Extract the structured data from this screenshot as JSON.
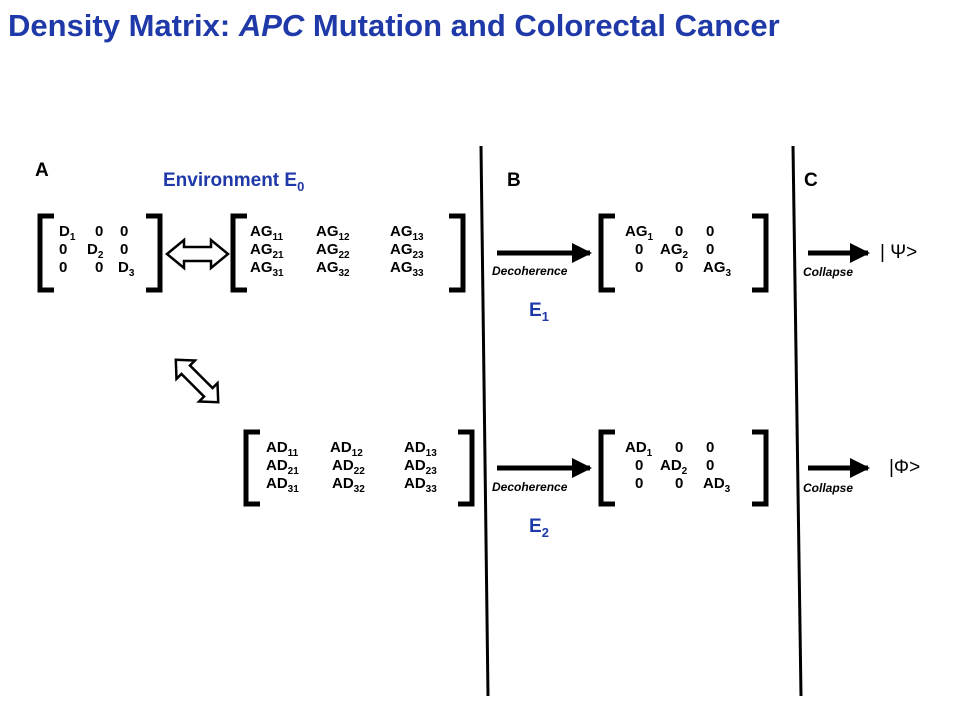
{
  "title": {
    "prefix": "Density Matrix: ",
    "gene": "APC",
    "suffix": " Mutation and Colorectal Cancer"
  },
  "panels": {
    "a": "A",
    "b": "B",
    "c": "C"
  },
  "environment": {
    "label": "Environment E",
    "sub": "0"
  },
  "e1": {
    "label": "E",
    "sub": "1"
  },
  "e2": {
    "label": "E",
    "sub": "2"
  },
  "matrix_d": {
    "rows": [
      [
        {
          "b": "D",
          "s": "1"
        },
        {
          "b": "0",
          "s": ""
        },
        {
          "b": "0",
          "s": ""
        }
      ],
      [
        {
          "b": "0",
          "s": ""
        },
        {
          "b": "D",
          "s": "2"
        },
        {
          "b": "0",
          "s": ""
        }
      ],
      [
        {
          "b": "0",
          "s": ""
        },
        {
          "b": "0",
          "s": ""
        },
        {
          "b": "D",
          "s": "3"
        }
      ]
    ]
  },
  "matrix_ag": {
    "rows": [
      [
        {
          "b": "AG",
          "s": "11"
        },
        {
          "b": "AG",
          "s": "12"
        },
        {
          "b": "AG",
          "s": "13"
        }
      ],
      [
        {
          "b": "AG",
          "s": "21"
        },
        {
          "b": "AG",
          "s": "22"
        },
        {
          "b": "AG",
          "s": "23"
        }
      ],
      [
        {
          "b": "AG",
          "s": "31"
        },
        {
          "b": "AG",
          "s": "32"
        },
        {
          "b": "AG",
          "s": "33"
        }
      ]
    ]
  },
  "matrix_ad": {
    "rows": [
      [
        {
          "b": "AD",
          "s": "11"
        },
        {
          "b": "AD",
          "s": "12"
        },
        {
          "b": "AD",
          "s": "13"
        }
      ],
      [
        {
          "b": "AD",
          "s": "21"
        },
        {
          "b": "AD",
          "s": "22"
        },
        {
          "b": "AD",
          "s": "23"
        }
      ],
      [
        {
          "b": "AD",
          "s": "31"
        },
        {
          "b": "AD",
          "s": "32"
        },
        {
          "b": "AD",
          "s": "33"
        }
      ]
    ]
  },
  "matrix_ag_diag": {
    "rows": [
      [
        {
          "b": "AG",
          "s": "1"
        },
        {
          "b": "0",
          "s": ""
        },
        {
          "b": "0",
          "s": ""
        }
      ],
      [
        {
          "b": "0",
          "s": ""
        },
        {
          "b": "AG",
          "s": "2"
        },
        {
          "b": "0",
          "s": ""
        }
      ],
      [
        {
          "b": "0",
          "s": ""
        },
        {
          "b": "0",
          "s": ""
        },
        {
          "b": "AG",
          "s": "3"
        }
      ]
    ]
  },
  "matrix_ad_diag": {
    "rows": [
      [
        {
          "b": "AD",
          "s": "1"
        },
        {
          "b": "0",
          "s": ""
        },
        {
          "b": "0",
          "s": ""
        }
      ],
      [
        {
          "b": "0",
          "s": ""
        },
        {
          "b": "AD",
          "s": "2"
        },
        {
          "b": "0",
          "s": ""
        }
      ],
      [
        {
          "b": "0",
          "s": ""
        },
        {
          "b": "0",
          "s": ""
        },
        {
          "b": "AD",
          "s": "3"
        }
      ]
    ]
  },
  "arrows": {
    "decoherence": "Decoherence",
    "collapse": "Collapse"
  },
  "kets": {
    "psi": "| Ψ>",
    "phi": "|Φ>"
  },
  "colors": {
    "title": "#1f3aa8",
    "text": "#000000"
  }
}
